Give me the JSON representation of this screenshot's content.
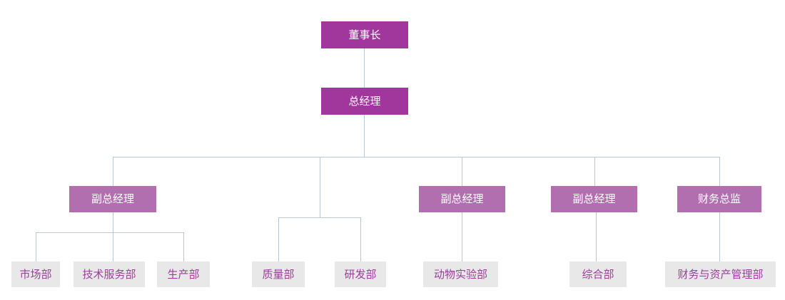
{
  "org": {
    "chairman": {
      "label": "董事长"
    },
    "general_manager": {
      "label": "总经理"
    },
    "deputy_gm_1": {
      "label": "副总经理"
    },
    "deputy_gm_2": {
      "label": "副总经理"
    },
    "deputy_gm_3": {
      "label": "副总经理"
    },
    "finance_director": {
      "label": "财务总监"
    },
    "dept_marketing": {
      "label": "市场部"
    },
    "dept_tech_service": {
      "label": "技术服务部"
    },
    "dept_production": {
      "label": "生产部"
    },
    "dept_quality": {
      "label": "质量部"
    },
    "dept_rnd": {
      "label": "研发部"
    },
    "dept_animal_lab": {
      "label": "动物实验部"
    },
    "dept_general": {
      "label": "综合部"
    },
    "dept_finance_asset": {
      "label": "财务与资产管理部"
    }
  },
  "colors": {
    "executive": "#A1369D",
    "executive_text": "#FFFFFF",
    "manager": "#B26FB0",
    "department_bg": "#E9E8E9",
    "department_text": "#9C3C9C",
    "connector": "#B8C7D1"
  }
}
